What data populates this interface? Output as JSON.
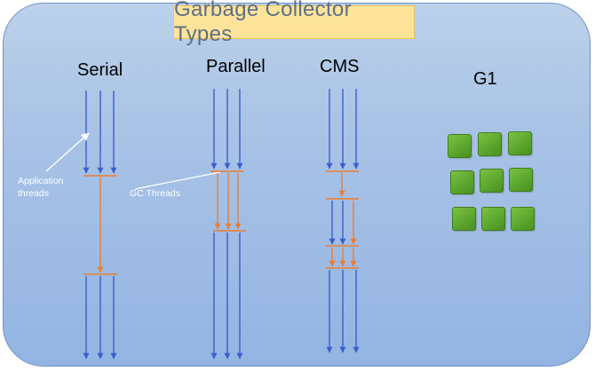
{
  "title": "Garbage Collector Types",
  "columns": {
    "serial": "Serial",
    "parallel": "Parallel",
    "cms": "CMS",
    "g1": "G1"
  },
  "annotations": {
    "application_threads_line1": "Application",
    "application_threads_line2": "threads",
    "gc_threads": "GC Threads"
  },
  "colors": {
    "application_thread": "#3a5fcd",
    "gc_thread": "#ed7d31",
    "region": "#5aa52d",
    "title_background": "#fde49a"
  }
}
